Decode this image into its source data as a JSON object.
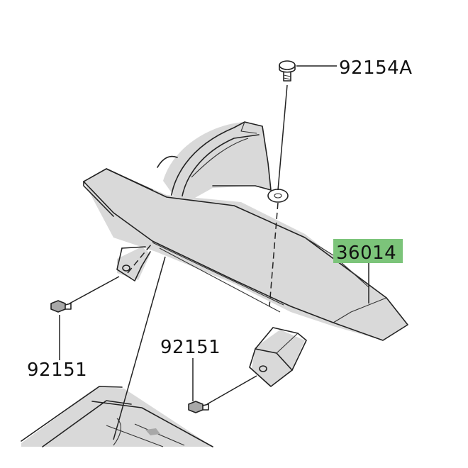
{
  "parts": {
    "screw_top": {
      "number": "92154A"
    },
    "chain_cover": {
      "number": "36014",
      "highlight_color": "#7cc47a"
    },
    "bolt_left": {
      "number": "92151"
    },
    "bolt_right": {
      "number": "92151"
    }
  },
  "colors": {
    "line": "#222222",
    "shade": "#d9d9d9",
    "background": "#ffffff"
  }
}
